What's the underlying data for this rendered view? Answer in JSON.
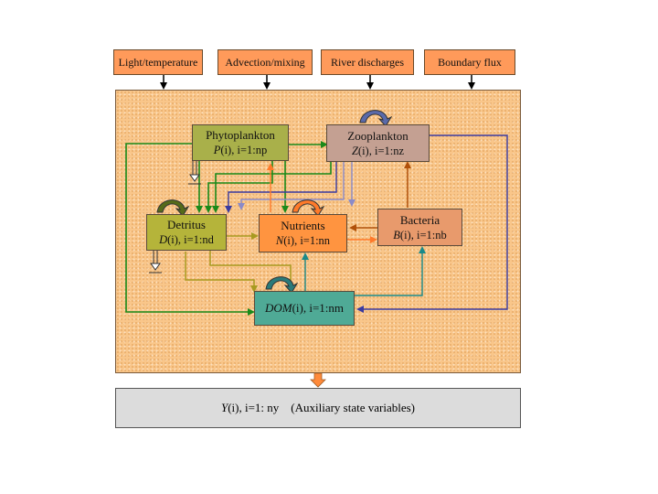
{
  "forcings": [
    {
      "label": "Light/temperature"
    },
    {
      "label": "Advection/mixing"
    },
    {
      "label": "River discharges"
    },
    {
      "label": "Boundary flux"
    }
  ],
  "compartments": {
    "phytoplankton": {
      "name": "Phytoplankton",
      "symbol": "P",
      "index": "(i), i=1:np",
      "color": "#a9b04a"
    },
    "zooplankton": {
      "name": "Zooplankton",
      "symbol": "Z",
      "index": "(i), i=1:nz",
      "color": "#c4a092"
    },
    "detritus": {
      "name": "Detritus",
      "symbol": "D",
      "index": "(i), i=1:nd",
      "color": "#b5b43a"
    },
    "nutrients": {
      "name": "Nutrients",
      "symbol": "N",
      "index": "(i), i=1:nn",
      "color": "#ff9440"
    },
    "bacteria": {
      "name": "Bacteria",
      "symbol": "B",
      "index": "(i), i=1:nb",
      "color": "#e89a6c"
    },
    "dom": {
      "symbol": "DOM",
      "index": "(i), i=1:nm",
      "color": "#4faa96"
    }
  },
  "auxiliary": {
    "symbol": "Y",
    "text": "(i), i=1: ny    (Auxiliary state variables)"
  },
  "colors": {
    "forcing_fill": "#ff9a5a",
    "panel_fill": "#f9c68a",
    "phyto_flow": "#1a8a1a",
    "zoo_flow": "#3a3aa0",
    "zoo_flow_light": "#8a8ac8",
    "detritus_flow": "#a89a20",
    "bacteria_flow": "#b0500a",
    "nutrient_flow": "#ff7a2a",
    "dom_flow": "#1a8a8a",
    "aux_fill": "#dcdcdc"
  }
}
